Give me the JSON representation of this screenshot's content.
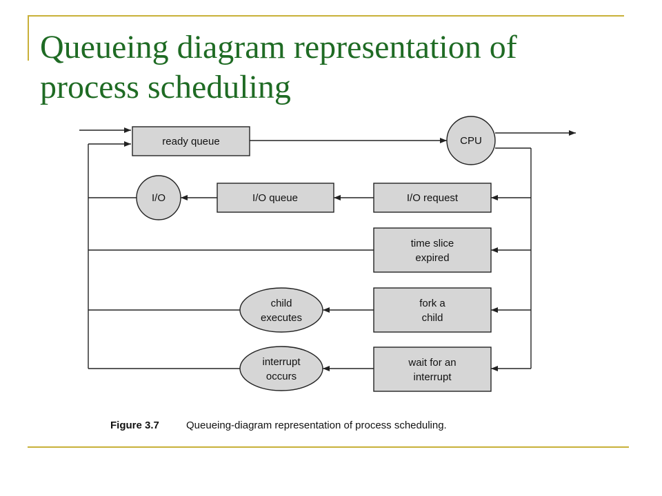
{
  "slide": {
    "title": "Queueing diagram representation of process scheduling",
    "accent_color": "#c8b038",
    "title_color": "#1f6b24"
  },
  "diagram": {
    "ready_queue": "ready queue",
    "cpu": "CPU",
    "io_node": "I/O",
    "io_queue": "I/O queue",
    "io_request": "I/O request",
    "time_slice_line1": "time slice",
    "time_slice_line2": "expired",
    "fork_line1": "fork a",
    "fork_line2": "child",
    "child_exec_line1": "child",
    "child_exec_line2": "executes",
    "wait_interrupt_line1": "wait for an",
    "wait_interrupt_line2": "interrupt",
    "interrupt_line1": "interrupt",
    "interrupt_line2": "occurs",
    "caption_number": "Figure 3.7",
    "caption_text": "Queueing-diagram representation of process scheduling."
  }
}
